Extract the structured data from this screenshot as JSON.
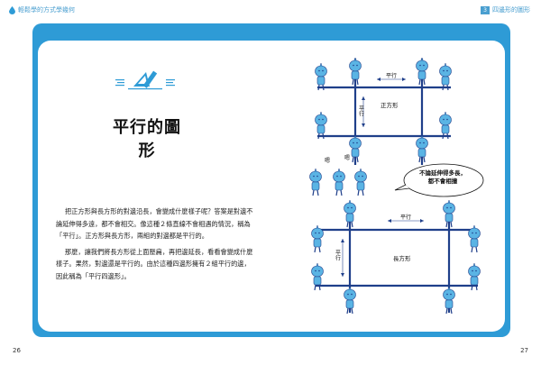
{
  "header": {
    "left_text": "輕鬆學的方式學幾何",
    "chapter_mark": "3",
    "right_text": "四邊形的圖形"
  },
  "page_left": {
    "title": "平行的圖形",
    "paragraphs": [
      "把正方形與長方形的對邊沿長，會變成什麼樣子呢？答案是對邊不論延伸得多遠，都不會相交。像這種２條直線不會相遇的情況，稱為「平行」。正方形與長方形，兩組的對邊都是平行的。",
      "那麼，讓我們將長方形從上面壓扁，再把邊延長，看看會變成什麼樣子。果然，對邊還是平行的。由於這種四邊形擁有２組平行的邊，因此稱為「平行四邊形」。"
    ],
    "page_number": "26"
  },
  "page_right": {
    "top_label_h": "平行",
    "top_label_v": "平行",
    "top_shape": "正方形",
    "speech": [
      "不論延伸得多長，",
      "都不會相撞"
    ],
    "exclaim_1": "嗯",
    "exclaim_2": "嗯",
    "bottom_label_h": "平行",
    "bottom_label_v": "平行",
    "bottom_shape": "長方形",
    "page_number": "27"
  },
  "colors": {
    "frame_blue": "#2e9bd6",
    "line_navy": "#1f3f8a",
    "character_blue": "#5ab4e4"
  }
}
